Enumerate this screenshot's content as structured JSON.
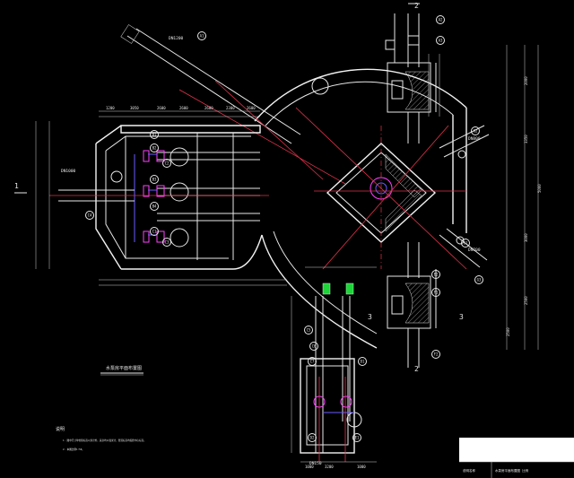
{
  "drawing": {
    "title": "水泵房平面布置图",
    "notes_heading": "说明",
    "notes": [
      "1. 图中尺寸单位除标高以米计外，其余均以毫米计，管道标高均指管中心标高。",
      "2. 本图比例1:50。"
    ],
    "pipe_labels": {
      "inlet_main": "DN1200",
      "outlet_right": "DN800",
      "outlet_lower_right": "DN700",
      "suction_left": "DN1000",
      "bottom_box": "DN150"
    },
    "section_marks": [
      "2",
      "2",
      "3",
      "3",
      "1"
    ],
    "callouts": [
      "A1",
      "A2",
      "A3",
      "B1",
      "B2",
      "B3",
      "B4",
      "C1",
      "C2",
      "C3",
      "C4",
      "C5",
      "C6",
      "C7",
      "D1",
      "D2",
      "E1",
      "E2",
      "F1",
      "F2",
      "G1",
      "G2",
      "G3"
    ],
    "dimensions_top": [
      "1200",
      "3050",
      "2600",
      "2600",
      "2600",
      "2300",
      "2600"
    ],
    "dimensions_right": [
      "2000",
      "3350",
      "5000",
      "3000",
      "2500",
      "2500"
    ],
    "dimensions_bottom_box": [
      "1000",
      "3200",
      "1000"
    ],
    "title_block": {
      "label_left": "说明名称",
      "label_right": "水泵房平面布置图 比例"
    }
  }
}
